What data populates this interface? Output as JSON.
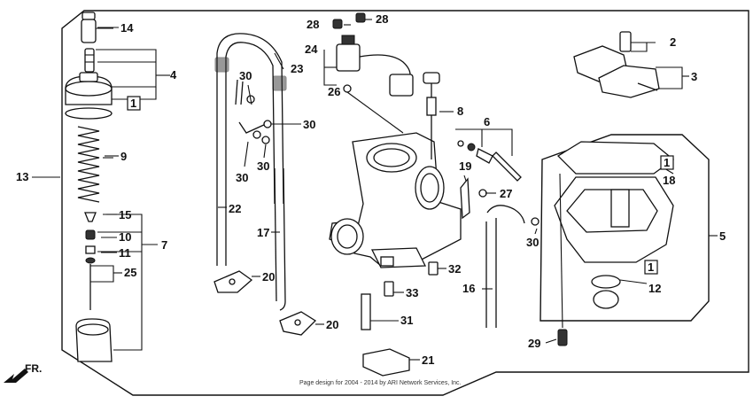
{
  "callouts": {
    "c1_a": "1",
    "c1_b": "1",
    "c1_c": "1",
    "c2": "2",
    "c3": "3",
    "c4": "4",
    "c5": "5",
    "c6": "6",
    "c7": "7",
    "c8": "8",
    "c9": "9",
    "c10": "10",
    "c11": "11",
    "c12": "12",
    "c13": "13",
    "c14": "14",
    "c15": "15",
    "c16": "16",
    "c17": "17",
    "c18": "18",
    "c19": "19",
    "c20_a": "20",
    "c20_b": "20",
    "c21": "21",
    "c22": "22",
    "c23": "23",
    "c24": "24",
    "c25": "25",
    "c26": "26",
    "c27": "27",
    "c28_a": "28",
    "c28_b": "28",
    "c29": "29",
    "c30_a": "30",
    "c30_b": "30",
    "c30_c": "30",
    "c30_d": "30",
    "c31": "31",
    "c32": "32",
    "c33": "33"
  },
  "direction_label": "FR.",
  "copyright": "Page design for 2004 - 2014 by ARI Network Services, Inc."
}
